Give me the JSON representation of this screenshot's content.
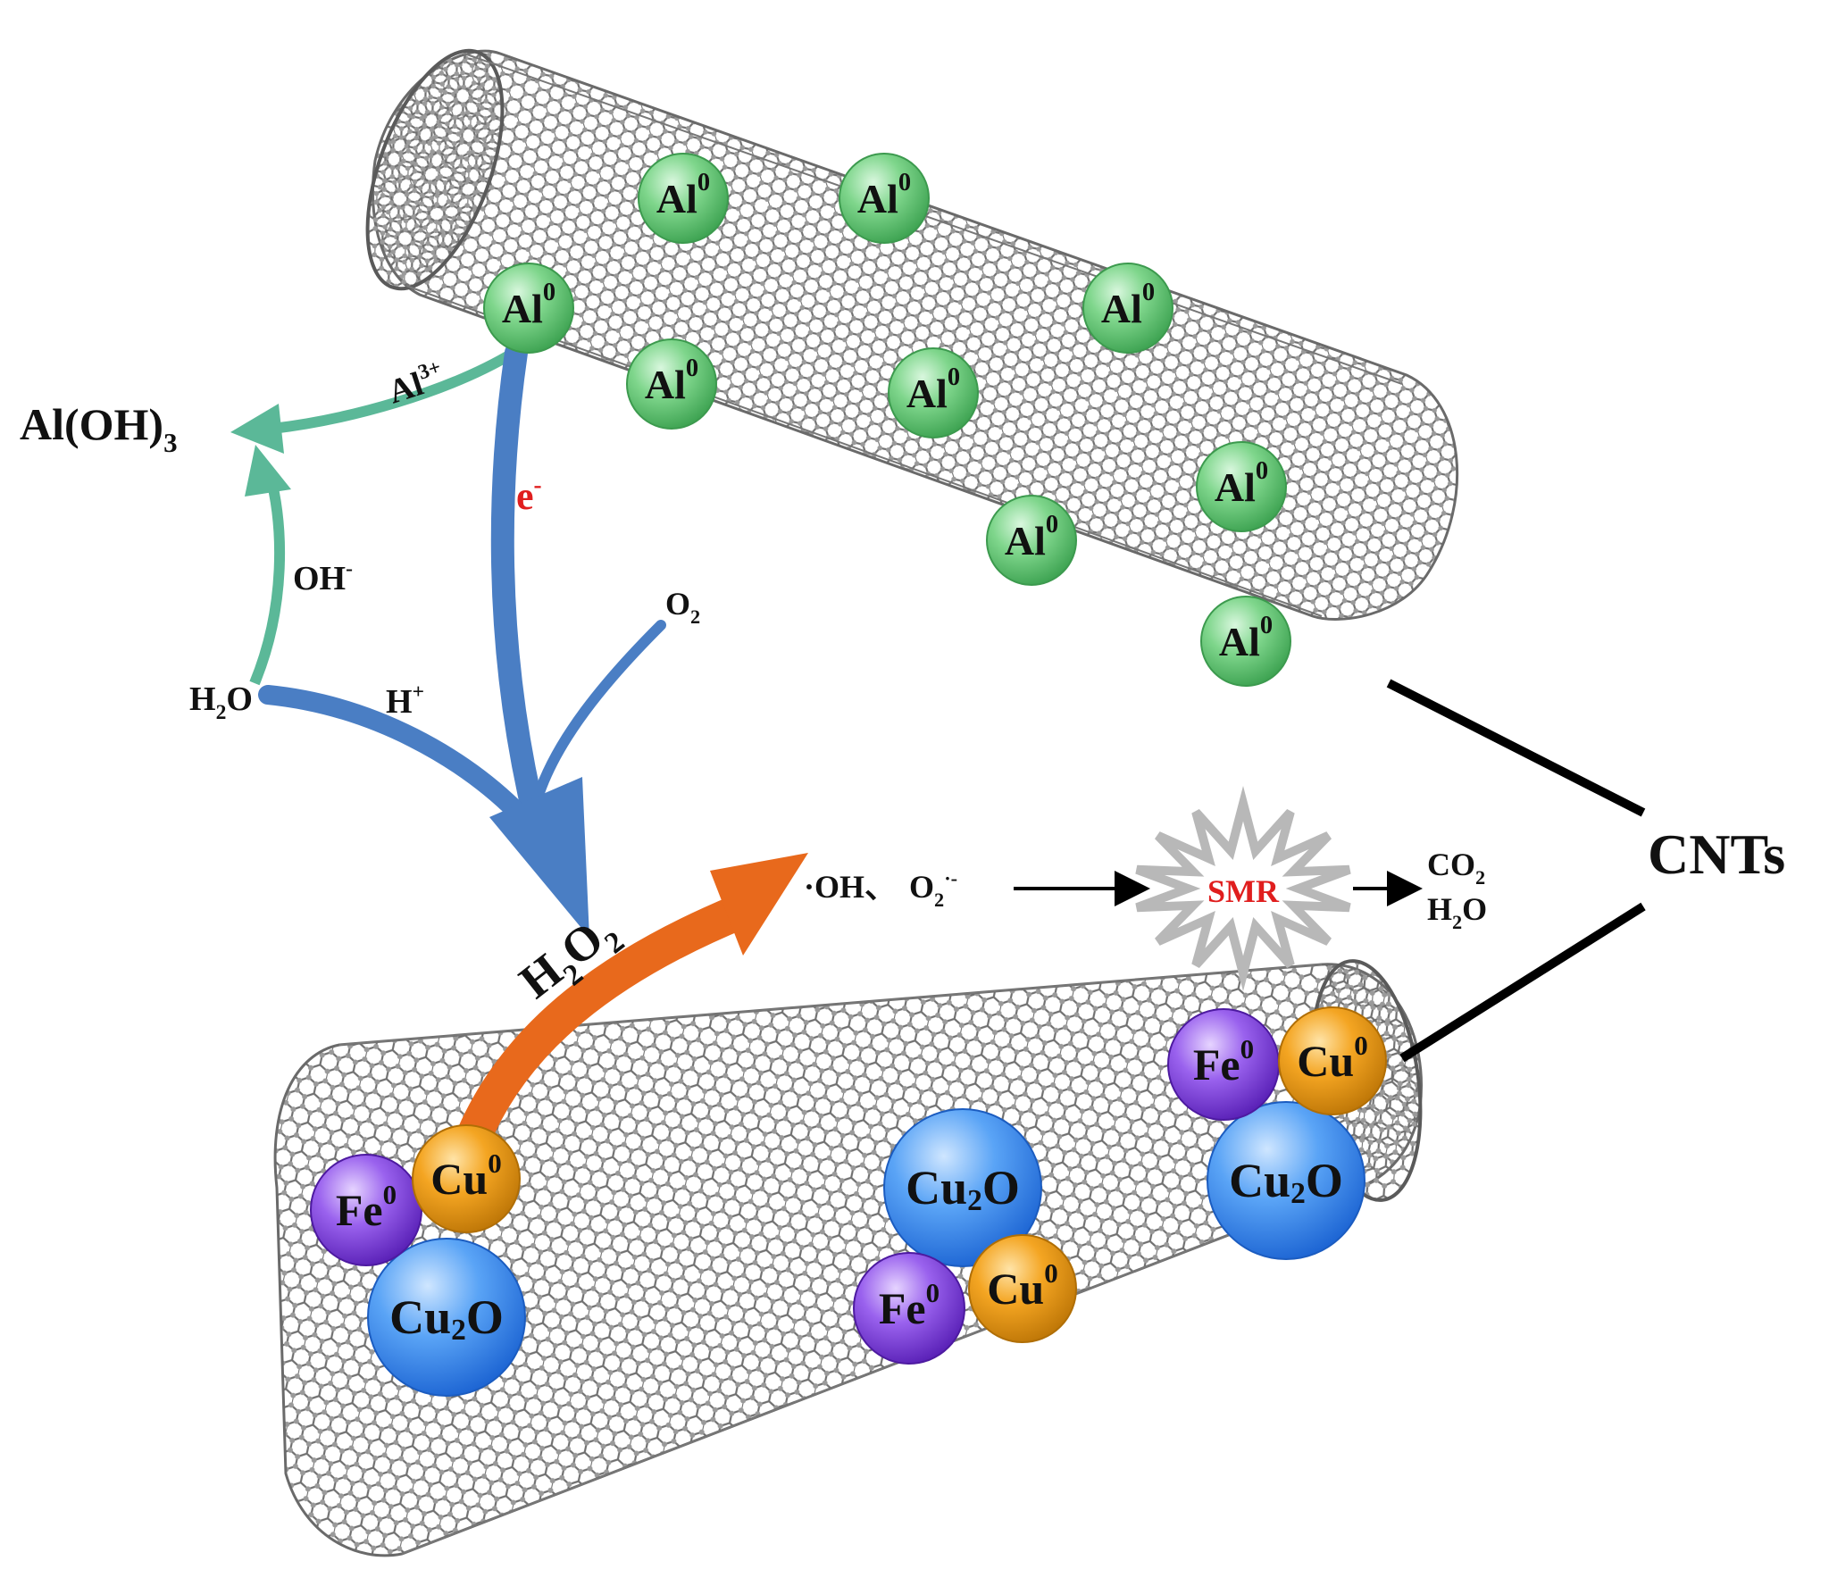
{
  "colors": {
    "al_particle": "#6fcf7e",
    "fe_particle": "#8a4fe0",
    "cu_particle": "#f0a020",
    "cu2o_particle": "#3d8ef0",
    "green_arrow": "#5bb898",
    "blue_arrow": "#4a7ec4",
    "orange_arrow": "#e8691c",
    "red_text": "#e01e1e",
    "tube_lines": "#6e6e6e",
    "connector": "#000000"
  },
  "labels": {
    "aloh3": {
      "main": "Al(OH)",
      "sub": "3"
    },
    "al3plus": {
      "main": "Al",
      "sup": "3+"
    },
    "oh_minus": {
      "main": "OH",
      "sup": "-"
    },
    "h2o": {
      "a": "H",
      "sub": "2",
      "b": "O"
    },
    "h_plus": {
      "main": "H",
      "sup": "+"
    },
    "e_minus": {
      "main": "e",
      "sup": "-"
    },
    "o2": {
      "main": "O",
      "sub": "2"
    },
    "h2o2": {
      "a": "H",
      "sub1": "2",
      "b": "O",
      "sub2": "2"
    },
    "radicals": {
      "oh": "·OH、",
      "o2": "O",
      "sub": "2",
      "sup": "·-"
    },
    "smr": "SMR",
    "co2": {
      "main": "CO",
      "sub": "2"
    },
    "h2o_product": {
      "a": "H",
      "sub": "2",
      "b": "O"
    },
    "cnts": "CNTs"
  },
  "particles": {
    "al": {
      "main": "Al",
      "sup": "0"
    },
    "fe": {
      "main": "Fe",
      "sup": "0"
    },
    "cu": {
      "main": "Cu",
      "sup": "0"
    },
    "cu2o": {
      "a": "Cu",
      "sub": "2",
      "b": "O"
    }
  }
}
